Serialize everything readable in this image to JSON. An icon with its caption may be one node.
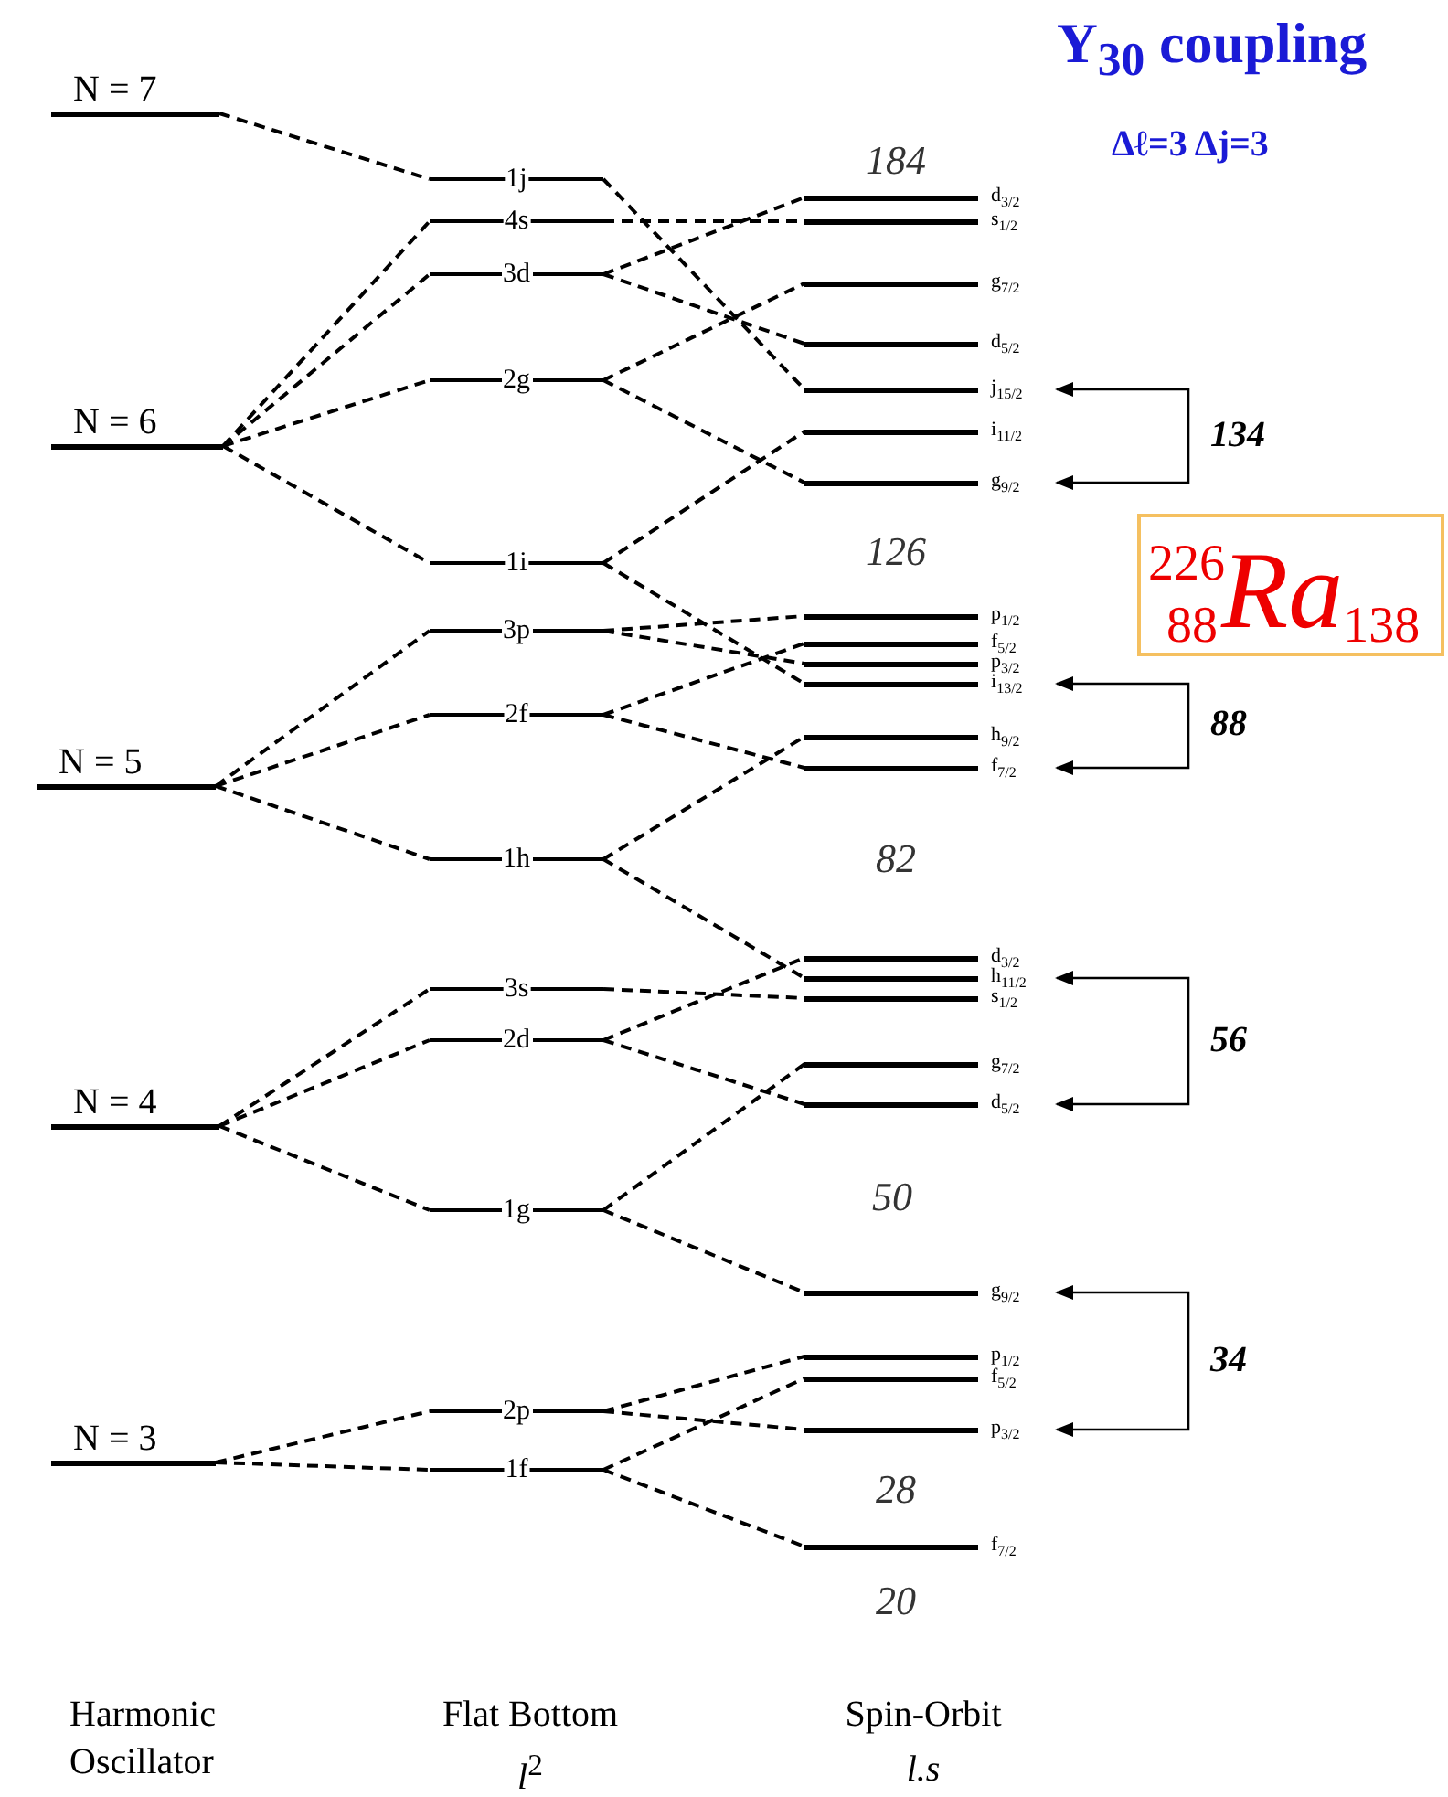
{
  "diagram": {
    "title": "Y$_{30}$ coupling",
    "nodes": [
      {
        "text": [
          "N = 7"
        ]
      },
      {
        "text": [
          "N = 6"
        ]
      },
      {
        "text": [
          "N = 5"
        ]
      },
      {
        "text": [
          "N = 4"
        ]
      },
      {
        "text": [
          "N = 3"
        ]
      },
      {
        "text": [
          "1j"
        ]
      },
      {
        "text": [
          "4s"
        ]
      },
      {
        "text": [
          "3d"
        ]
      },
      {
        "text": [
          "2g"
        ]
      },
      {
        "text": [
          "1i"
        ]
      },
      {
        "text": [
          "3p"
        ]
      },
      {
        "text": [
          "2f"
        ]
      },
      {
        "text": [
          "1h"
        ]
      },
      {
        "text": [
          "3s"
        ]
      },
      {
        "text": [
          "2d"
        ]
      },
      {
        "text": [
          "1g"
        ]
      },
      {
        "text": [
          "2p"
        ]
      },
      {
        "text": [
          "1f"
        ]
      },
      {
        "text": [
          "d$_{3/2}$"
        ]
      },
      {
        "text": [
          "s$_{1/2}$"
        ]
      },
      {
        "text": [
          "g$_{7/2}$"
        ]
      },
      {
        "text": [
          "d$_{5/2}$"
        ]
      },
      {
        "text": [
          "j$_{15/2}$"
        ]
      },
      {
        "text": [
          "i$_{11/2}$"
        ]
      },
      {
        "text": [
          "g$_{9/2}$"
        ]
      },
      {
        "text": [
          "p$_{1/2}$"
        ]
      },
      {
        "text": [
          "f$_{5/2}$"
        ]
      },
      {
        "text": [
          "p$_{3/2}$"
        ]
      },
      {
        "text": [
          "i$_{13/2}$"
        ]
      },
      {
        "text": [
          "h$_{9/2}$"
        ]
      },
      {
        "text": [
          "f$_{7/2}$"
        ]
      },
      {
        "text": [
          "d$_{3/2}$"
        ]
      },
      {
        "text": [
          "h$_{11/2}$"
        ]
      },
      {
        "text": [
          "s$_{1/2}$"
        ]
      },
      {
        "text": [
          "g$_{7/2}$"
        ]
      },
      {
        "text": [
          "d$_{5/2}$"
        ]
      },
      {
        "text": [
          "g$_{9/2}$"
        ]
      },
      {
        "text": [
          "p$_{1/2}$"
        ]
      },
      {
        "text": [
          "f$_{5/2}$"
        ]
      },
      {
        "text": [
          "p$_{3/2}$"
        ]
      },
      {
        "text": [
          "f$_{7/2}$"
        ]
      },
      {
        "text": [
          "$^{226}$$_{88}$*Ra*$_{138}$"
        ]
      }
    ],
    "edges": [
      {
        "from": 0,
        "to": 5,
        "arrow": "none",
        "style": "dashed"
      },
      {
        "from": 1,
        "to": 6,
        "arrow": "none",
        "style": "dashed"
      },
      {
        "from": 1,
        "to": 7,
        "arrow": "none",
        "style": "dashed"
      },
      {
        "from": 1,
        "to": 8,
        "arrow": "none",
        "style": "dashed"
      },
      {
        "from": 1,
        "to": 9,
        "arrow": "none",
        "style": "dashed"
      },
      {
        "from": 2,
        "to": 10,
        "arrow": "none",
        "style": "dashed"
      },
      {
        "from": 2,
        "to": 11,
        "arrow": "none",
        "style": "dashed"
      },
      {
        "from": 2,
        "to": 12,
        "arrow": "none",
        "style": "dashed"
      },
      {
        "from": 3,
        "to": 13,
        "arrow": "none",
        "style": "dashed"
      },
      {
        "from": 3,
        "to": 14,
        "arrow": "none",
        "style": "dashed"
      },
      {
        "from": 3,
        "to": 15,
        "arrow": "none",
        "style": "dashed"
      },
      {
        "from": 4,
        "to": 16,
        "arrow": "none",
        "style": "dashed"
      },
      {
        "from": 4,
        "to": 17,
        "arrow": "none",
        "style": "dashed"
      },
      {
        "from": 5,
        "to": 22,
        "arrow": "none",
        "style": "dashed"
      },
      {
        "from": 6,
        "to": 19,
        "arrow": "none",
        "style": "dashed"
      },
      {
        "from": 7,
        "to": 18,
        "arrow": "none",
        "style": "dashed"
      },
      {
        "from": 7,
        "to": 21,
        "arrow": "none",
        "style": "dashed"
      },
      {
        "from": 8,
        "to": 20,
        "arrow": "none",
        "style": "dashed"
      },
      {
        "from": 8,
        "to": 24,
        "arrow": "none",
        "style": "dashed"
      },
      {
        "from": 9,
        "to": 23,
        "arrow": "none",
        "style": "dashed"
      },
      {
        "from": 9,
        "to": 28,
        "arrow": "none",
        "style": "dashed"
      },
      {
        "from": 10,
        "to": 25,
        "arrow": "none",
        "style": "dashed"
      },
      {
        "from": 10,
        "to": 27,
        "arrow": "none",
        "style": "dashed"
      },
      {
        "from": 11,
        "to": 26,
        "arrow": "none",
        "style": "dashed"
      },
      {
        "from": 11,
        "to": 30,
        "arrow": "none",
        "style": "dashed"
      },
      {
        "from": 12,
        "to": 32,
        "arrow": "none",
        "style": "dashed"
      },
      {
        "from": 12,
        "to": 29,
        "arrow": "none",
        "style": "dashed"
      },
      {
        "from": 13,
        "to": 33,
        "arrow": "none",
        "style": "dashed"
      },
      {
        "from": 14,
        "to": 31,
        "arrow": "none",
        "style": "dashed"
      },
      {
        "from": 14,
        "to": 35,
        "arrow": "none",
        "style": "dashed"
      },
      {
        "from": 15,
        "to": 34,
        "arrow": "none",
        "style": "dashed"
      },
      {
        "from": 15,
        "to": 36,
        "arrow": "none",
        "style": "dashed"
      },
      {
        "from": 16,
        "to": 37,
        "arrow": "none",
        "style": "dashed"
      },
      {
        "from": 16,
        "to": 39,
        "arrow": "none",
        "style": "dashed"
      },
      {
        "from": 17,
        "to": 38,
        "arrow": "none",
        "style": "dashed"
      },
      {
        "from": 17,
        "to": 40,
        "arrow": "none",
        "style": "dashed"
      },
      {
        "from": 22,
        "to": 24,
        "arrow": "both",
        "label": "134"
      },
      {
        "from": 28,
        "to": 30,
        "arrow": "both",
        "label": "88"
      },
      {
        "from": 32,
        "to": 35,
        "arrow": "both",
        "label": "56"
      },
      {
        "from": 36,
        "to": 39,
        "arrow": "both",
        "label": "34"
      }
    ],
    "labels": [
      "Δℓ=3 Δj=3",
      "184",
      "126",
      "82",
      "50",
      "28",
      "20",
      "Harmonic Oscillator",
      "Flat Bottom",
      "Spin-Orbit",
      "*l*$^{2}$",
      "l.s"
    ]
  }
}
